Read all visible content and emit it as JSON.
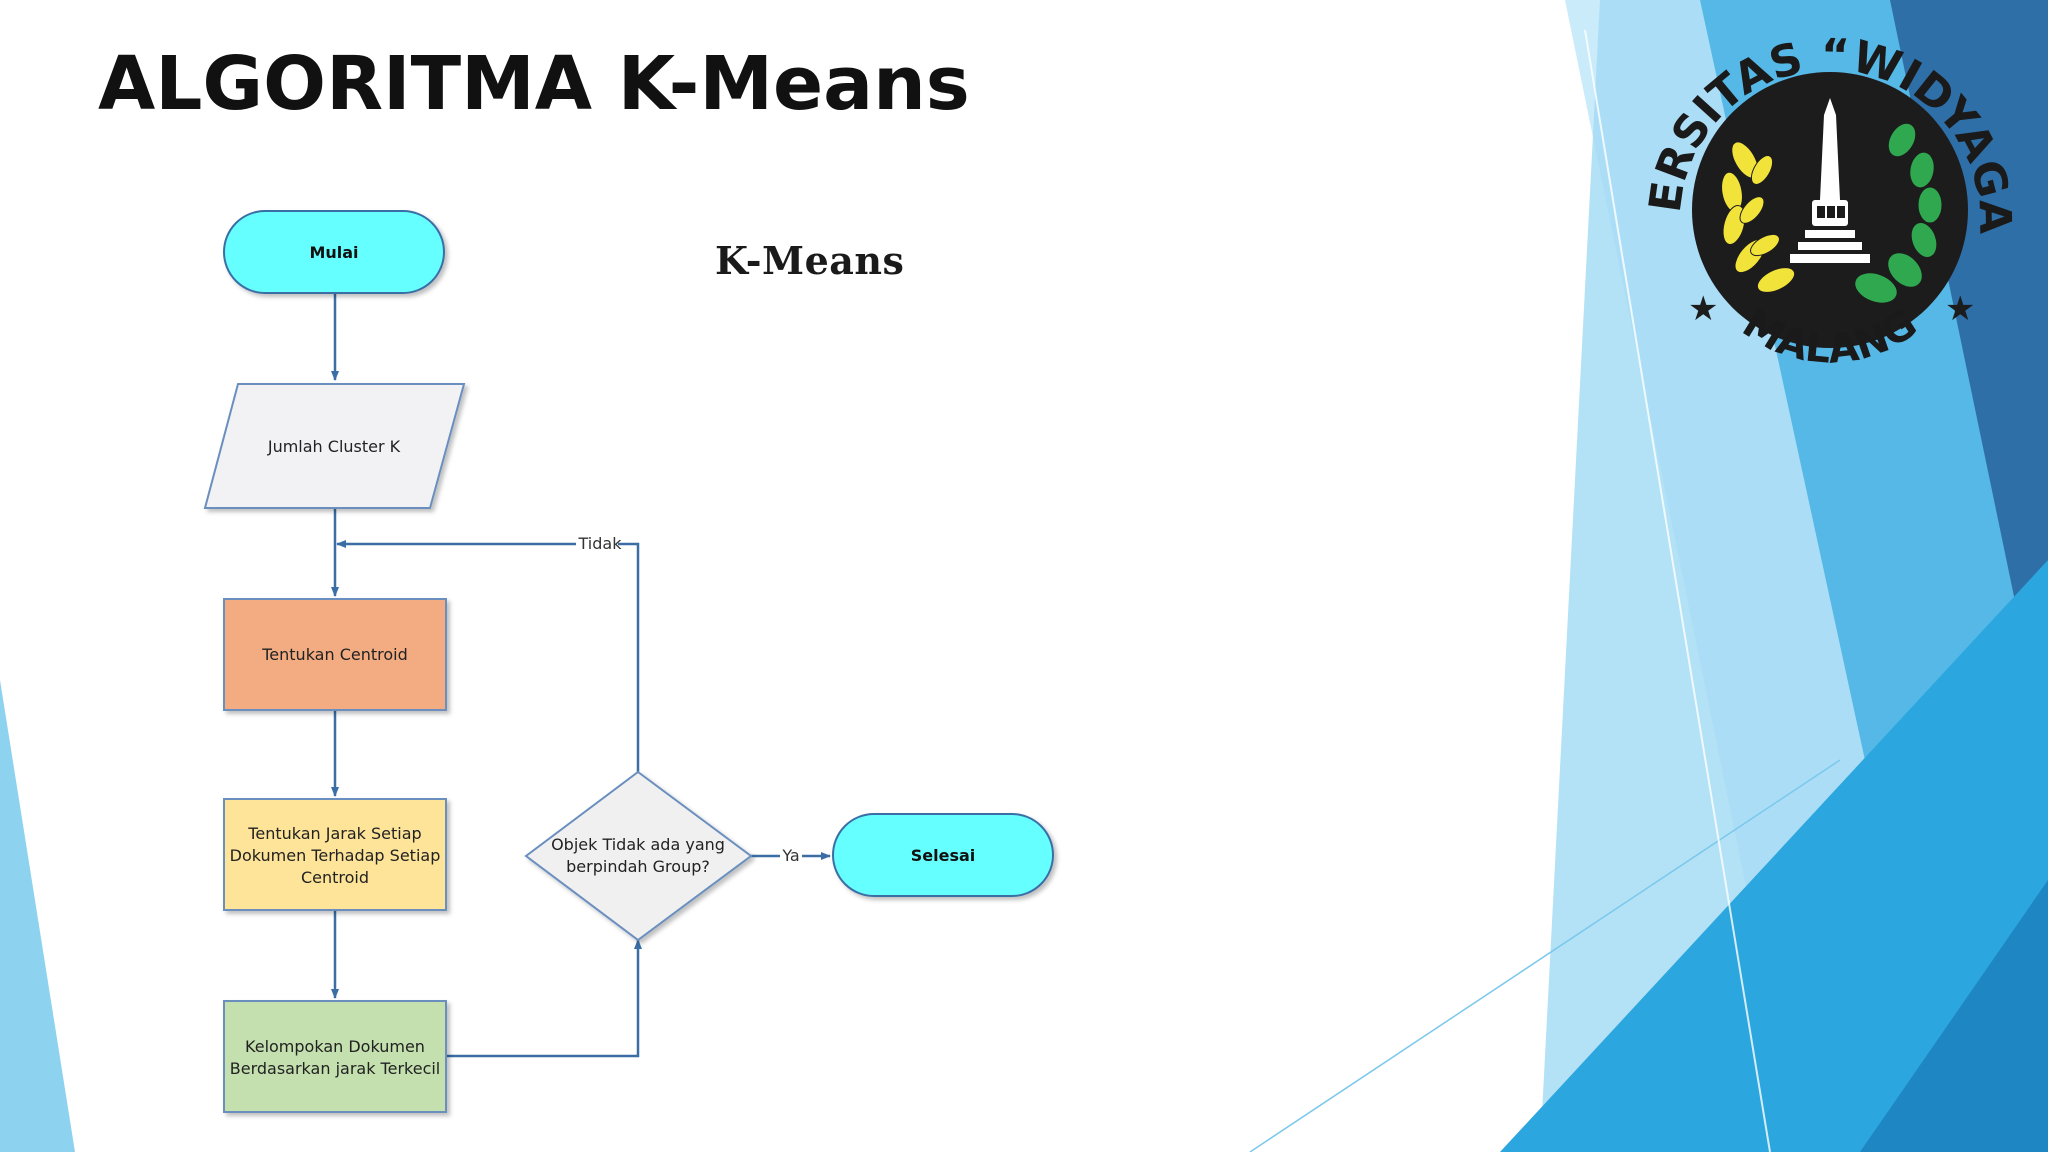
{
  "slide": {
    "title": "ALGORITMA K-Means",
    "subtitle": "K-Means"
  },
  "colors": {
    "terminal": "#66ffff",
    "input": "#f2f2f5",
    "centroid": "#f3ac82",
    "distance": "#fde499",
    "group": "#c3e0ae",
    "decision": "#f0f0f0",
    "connector": "#3a6ea5",
    "accent_blue": "#2aa7e0"
  },
  "flowchart": {
    "start": "Mulai",
    "input": "Jumlah Cluster K",
    "centroid": "Tentukan Centroid",
    "distance": [
      "Tentukan Jarak Setiap",
      "Dokumen Terhadap Setiap",
      "Centroid"
    ],
    "group": [
      "Kelompokan Dokumen",
      "Berdasarkan jarak Terkecil"
    ],
    "decision": [
      "Objek Tidak ada yang",
      "berpindah Group?"
    ],
    "end": "Selesai",
    "label_no": "Tidak",
    "label_yes": "Ya"
  },
  "logo": {
    "name": "UNIVERSITAS “WIDYAGAMA”",
    "city": "MALANG",
    "icon": "university-seal-icon"
  }
}
